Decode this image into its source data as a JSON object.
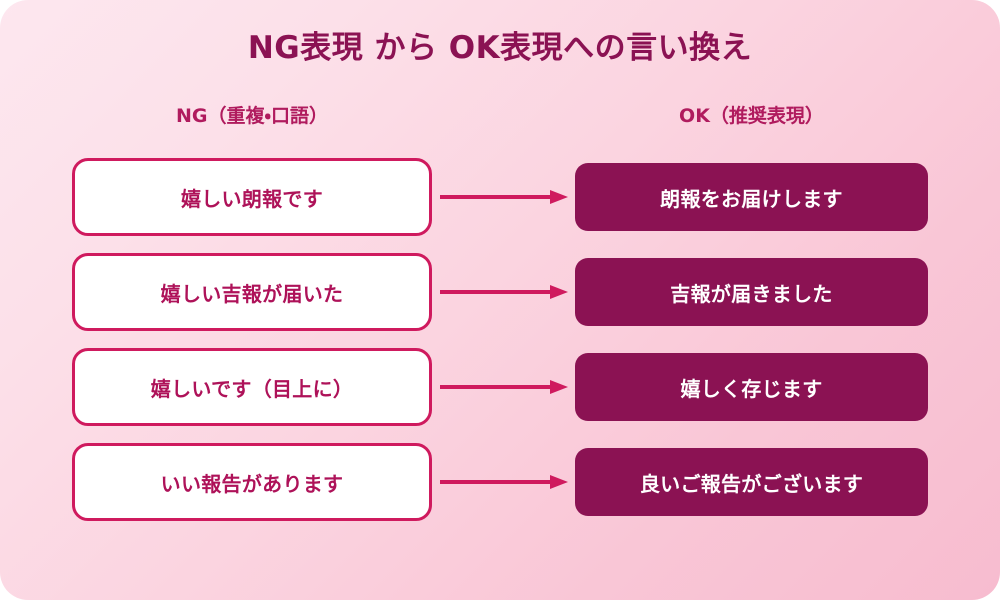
{
  "page": {
    "title": "NG表現 から OK表現への言い換え",
    "background_start": "#fde7ef",
    "background_end": "#f7bccf"
  },
  "columns": {
    "left_header": "NG（重複・口語）",
    "right_header": "OK（推奨表現）"
  },
  "theme": {
    "title_color": "#8b1253",
    "header_color": "#b01b5e",
    "ng_border_color": "#cf1a5e",
    "ng_text_color": "#ae1259",
    "ok_fill_color": "#8b1253",
    "ok_text_color": "#ffffff",
    "arrow_color": "#cf1a5e"
  },
  "rows": [
    {
      "ng": "嬉しい朗報です",
      "ok": "朗報をお届けします",
      "arrow": "arrow-right-icon"
    },
    {
      "ng": "嬉しい吉報が届いた",
      "ok": "吉報が届きました",
      "arrow": "arrow-right-icon"
    },
    {
      "ng": "嬉しいです（目上に）",
      "ok": "嬉しく存じます",
      "arrow": "arrow-right-icon"
    },
    {
      "ng": "いい報告があります",
      "ok": "良いご報告がございます",
      "arrow": "arrow-right-icon"
    }
  ]
}
